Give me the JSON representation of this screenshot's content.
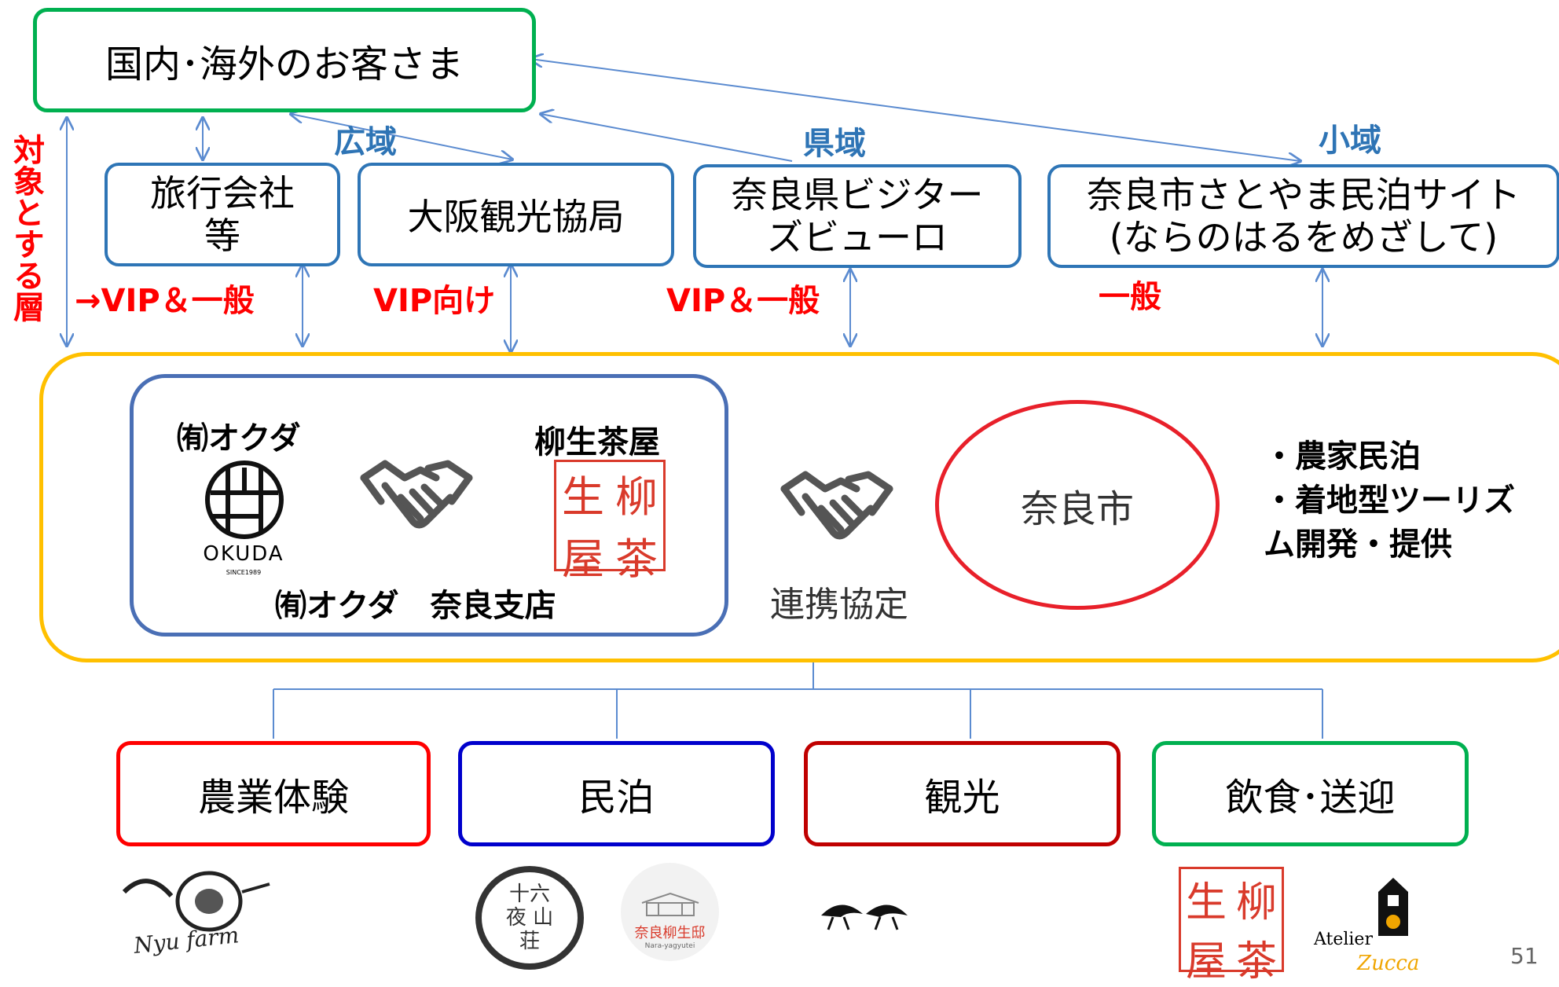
{
  "customers": "国内･海外のお客さま",
  "scope_labels": {
    "wide": "広域",
    "prefecture": "県域",
    "small": "小域"
  },
  "side_label": "対象とする層",
  "agencies": [
    {
      "line1": "旅行会社",
      "line2": "等",
      "audience": "VIP＆一般"
    },
    {
      "line1": "大阪観光協局",
      "line2": "",
      "audience": "VIP向け"
    },
    {
      "line1": "奈良県ビジター",
      "line2": "ズビューロ",
      "audience": "VIP＆一般"
    },
    {
      "line1": "奈良市さとやま民泊サイト",
      "line2": "(ならのはるをめざして)",
      "audience": "一般"
    }
  ],
  "arrow_text": "→",
  "partnership": {
    "okuda_title": "㈲オクダ",
    "okuda_logo_text": "OKUDA",
    "okuda_logo_sub": "SINCE1989",
    "okuda_branch": "㈲オクダ　奈良支店",
    "yagyu_title": "柳生茶屋",
    "seal_chars": [
      "柳",
      "茶",
      "生",
      "屋"
    ],
    "agreement": "連携協定",
    "nara_city": "奈良市",
    "goals": [
      "・農家民泊",
      "・着地型ツーリズ",
      "ム開発・提供"
    ]
  },
  "services": [
    {
      "label": "農業体験",
      "color": "#ff0000"
    },
    {
      "label": "民泊",
      "color": "#0000cc"
    },
    {
      "label": "観光",
      "color": "#c00000"
    },
    {
      "label": "飲食･送迎",
      "color": "#00b050"
    }
  ],
  "bottom_logos": {
    "farm": "Nyu farm",
    "inn1_chars": "十六夜 山荘",
    "inn2_name": "奈良柳生邸",
    "inn2_sub": "Nara-yagyutei",
    "atelier": "Atelier",
    "zucca": "Zucca"
  },
  "page_number": "51",
  "colors": {
    "green": "#00b050",
    "blue": "#2e75b6",
    "yellow": "#ffc000",
    "red": "#ff0000",
    "arrow": "#5b8bd0"
  }
}
